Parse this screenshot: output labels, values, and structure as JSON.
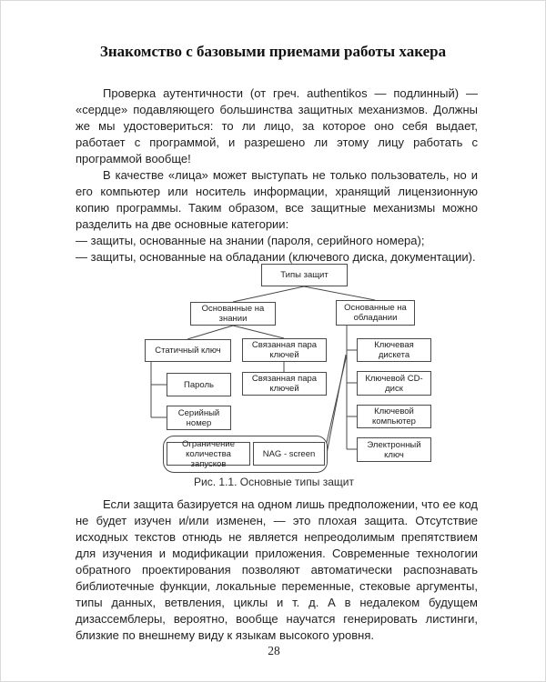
{
  "page": {
    "title": "Знакомство с базовыми приемами работы хакера",
    "page_number": "28"
  },
  "paragraphs": {
    "p1": "Проверка аутентичности (от греч. authentikos — подлинный) — «сердце» подавляющего большинства защитных механизмов. Должны же мы удостовериться: то ли лицо, за которое оно себя выдает, работает с программой, и разрешено ли этому лицу работать с программой вообще!",
    "p2": "В качестве «лица» может выступать не только пользователь, но и его компьютер или носитель информации, хранящий лицензионную копию программы. Таким образом, все защитные механизмы можно разделить на две основные категории:",
    "li1": "— защиты, основанные на знании (пароля, серийного номера);",
    "li2": "— защиты, основанные на обладании (ключевого диска, документации).",
    "p3": "Если защита базируется на одном лишь предположении, что ее код не будет изучен и/или изменен, — это плохая защита. Отсутствие исходных текстов отнюдь не является непреодолимым препятствием для изучения и модификации приложения. Современные технологии обратного проектирования позволяют автоматически распознавать библиотечные функции, локальные переменные, стековые аргументы, типы данных, ветвления, циклы и т. д. А в недалеком будущем дизассемблеры, вероятно, вообще научатся генерировать листинги, близкие по внешнему виду к языкам высокого уровня."
  },
  "figure": {
    "caption": "Рис. 1.1. Основные типы защит",
    "line_color": "#4a4a4a",
    "nodes": {
      "root": "Типы защит",
      "knowledge": "Основанные на знании",
      "possession": "Основанные на обладании",
      "static_key": "Статичный ключ",
      "linked_pair_1": "Связанная пара ключей",
      "linked_pair_2": "Связанная пара ключей",
      "password": "Пароль",
      "serial": "Серийный номер",
      "launch_limit": "Ограничение количества запусков",
      "nag_screen": "NAG - screen",
      "key_diskette": "Ключевая дискета",
      "key_cd": "Ключевой CD-диск",
      "key_computer": "Ключевой компьютер",
      "electronic_key": "Электронный ключ"
    }
  }
}
